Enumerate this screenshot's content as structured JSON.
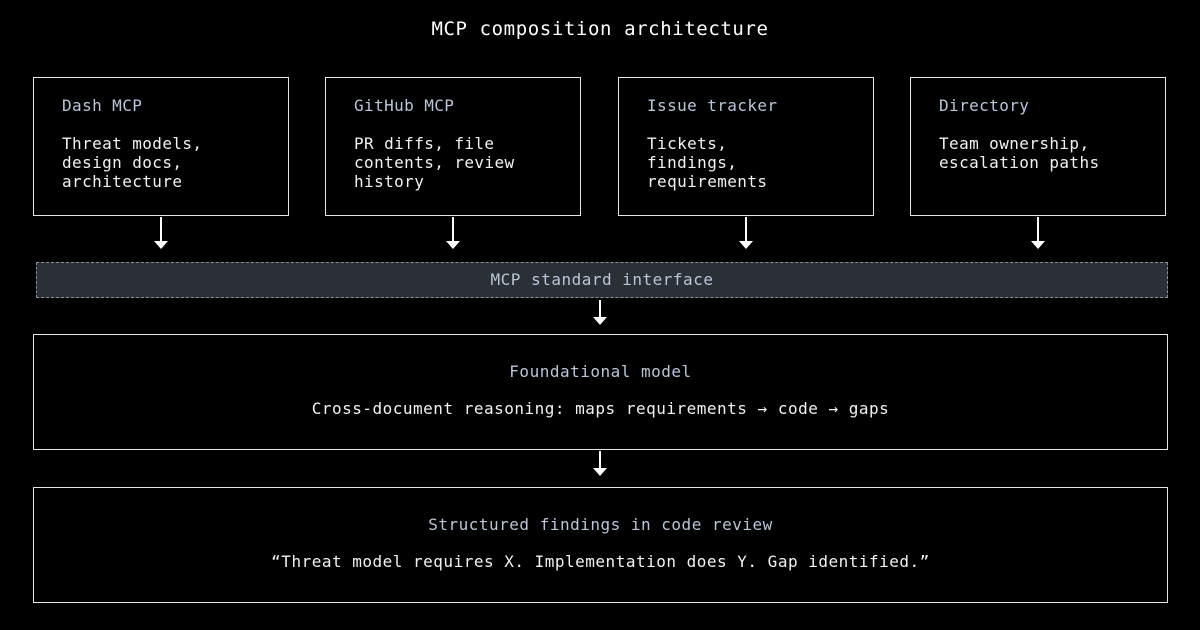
{
  "title": "MCP composition architecture",
  "sources": [
    {
      "name": "Dash MCP",
      "lines": [
        "Threat models,",
        "design docs,",
        "architecture"
      ]
    },
    {
      "name": "GitHub MCP",
      "lines": [
        "PR diffs, file",
        "contents, review",
        "history"
      ]
    },
    {
      "name": "Issue tracker",
      "lines": [
        "Tickets,",
        "findings,",
        "requirements"
      ]
    },
    {
      "name": "Directory",
      "lines": [
        "Team ownership,",
        "escalation paths"
      ]
    }
  ],
  "interface": {
    "label": "MCP standard interface"
  },
  "model": {
    "title": "Foundational model",
    "description": "Cross-document reasoning: maps requirements → code → gaps"
  },
  "findings": {
    "title": "Structured findings in code review",
    "quote": "“Threat model requires X. Implementation does Y. Gap identified.”"
  },
  "colors": {
    "background": "#000000",
    "accent_text": "#b9c6da",
    "interface_fill": "#2b2f36",
    "border": "#e6e6e6"
  }
}
